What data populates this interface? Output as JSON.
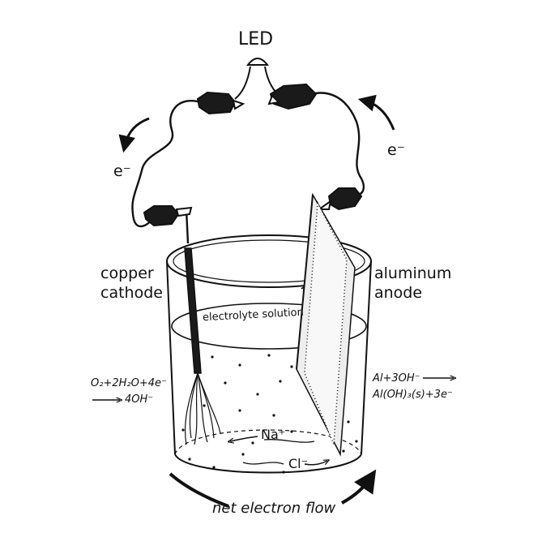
{
  "labels": {
    "led": "LED",
    "electron_left": "e⁻",
    "electron_right": "e⁻",
    "cathode_line1": "copper",
    "cathode_line2": "cathode",
    "anode_line1": "aluminum",
    "anode_line2": "anode",
    "electrolyte": "electrolyte solution",
    "cathode_eq_line1": "O₂+2H₂O+4e⁻",
    "cathode_eq_line2": "4OH⁻",
    "anode_eq_line1": "Al+3OH⁻",
    "anode_eq_line2": "Al(OH)₃(s)+3e⁻",
    "sodium_ion": "Na⁺",
    "chloride_ion": "Cl⁻",
    "net_flow": "net electron flow"
  },
  "colors": {
    "ink": "#111111",
    "background": "#ffffff"
  }
}
